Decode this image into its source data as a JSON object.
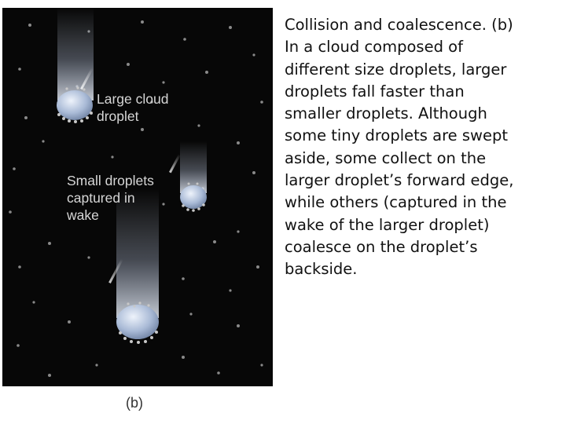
{
  "figure": {
    "background_color": "#070707",
    "label_large_droplet": "Large cloud\ndroplet",
    "label_small_droplets": "Small droplets\ncaptured in\nwake",
    "panel_letter": "(b)"
  },
  "description": {
    "lines": [
      "Collision and coalescence. (b)",
      "In a cloud composed of",
      "different size droplets, larger",
      "droplets fall faster than",
      "smaller droplets. Although",
      "some tiny droplets are swept",
      "aside, some collect on the",
      "larger droplet’s forward edge,",
      "while others (captured in the",
      "wake of the larger droplet)",
      "coalesce on the droplet’s",
      "backside."
    ]
  }
}
